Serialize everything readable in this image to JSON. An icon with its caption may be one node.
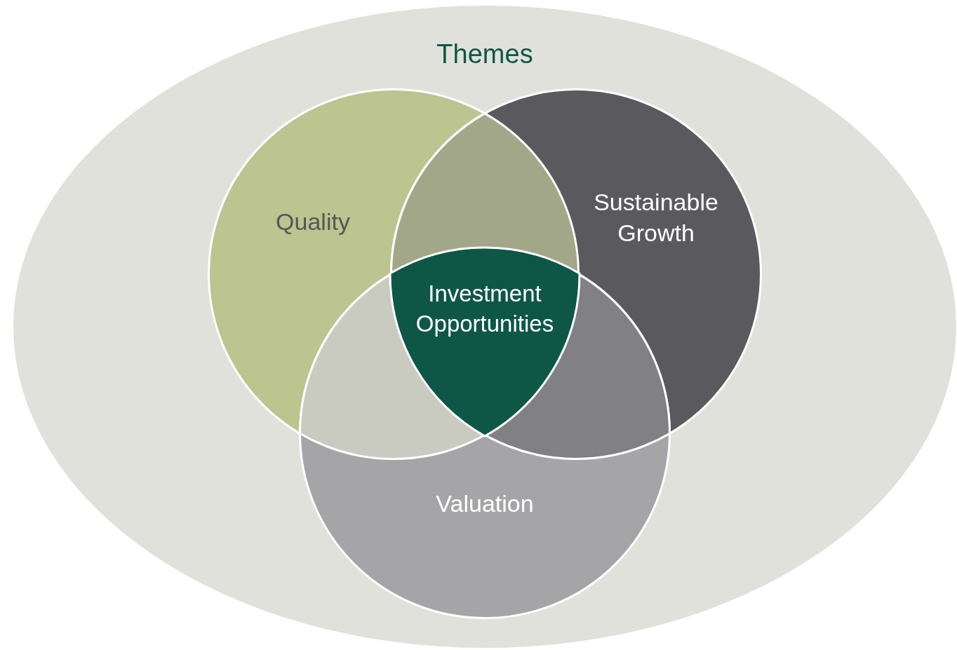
{
  "diagram": {
    "nodes": [
      {
        "text": [
          "Themes"
        ]
      },
      {
        "text": [
          "Quality"
        ],
        "in": 0
      },
      {
        "text": [
          "Sustainable Growth"
        ],
        "in": 0
      },
      {
        "text": [
          "Valuation"
        ],
        "in": 0
      },
      {
        "text": [
          "Investment Opportunities"
        ]
      }
    ]
  }
}
